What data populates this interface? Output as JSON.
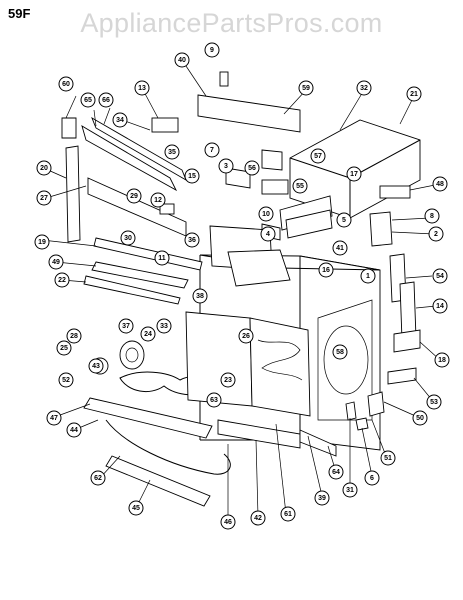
{
  "header": {
    "page_code": "59F",
    "watermark": "AppliancePartsPros.com"
  },
  "callouts": [
    "60",
    "65",
    "66",
    "13",
    "34",
    "35",
    "40",
    "9",
    "59",
    "32",
    "21",
    "20",
    "27",
    "7",
    "56",
    "57",
    "55",
    "3",
    "15",
    "17",
    "48",
    "29",
    "12",
    "19",
    "8",
    "30",
    "36",
    "10",
    "11",
    "4",
    "5",
    "41",
    "2",
    "49",
    "22",
    "54",
    "14",
    "1",
    "16",
    "38",
    "28",
    "37",
    "24",
    "33",
    "26",
    "58",
    "25",
    "43",
    "52",
    "23",
    "63",
    "18",
    "47",
    "53",
    "50",
    "44",
    "62",
    "45",
    "46",
    "42",
    "61",
    "64",
    "39",
    "31",
    "6",
    "51"
  ]
}
